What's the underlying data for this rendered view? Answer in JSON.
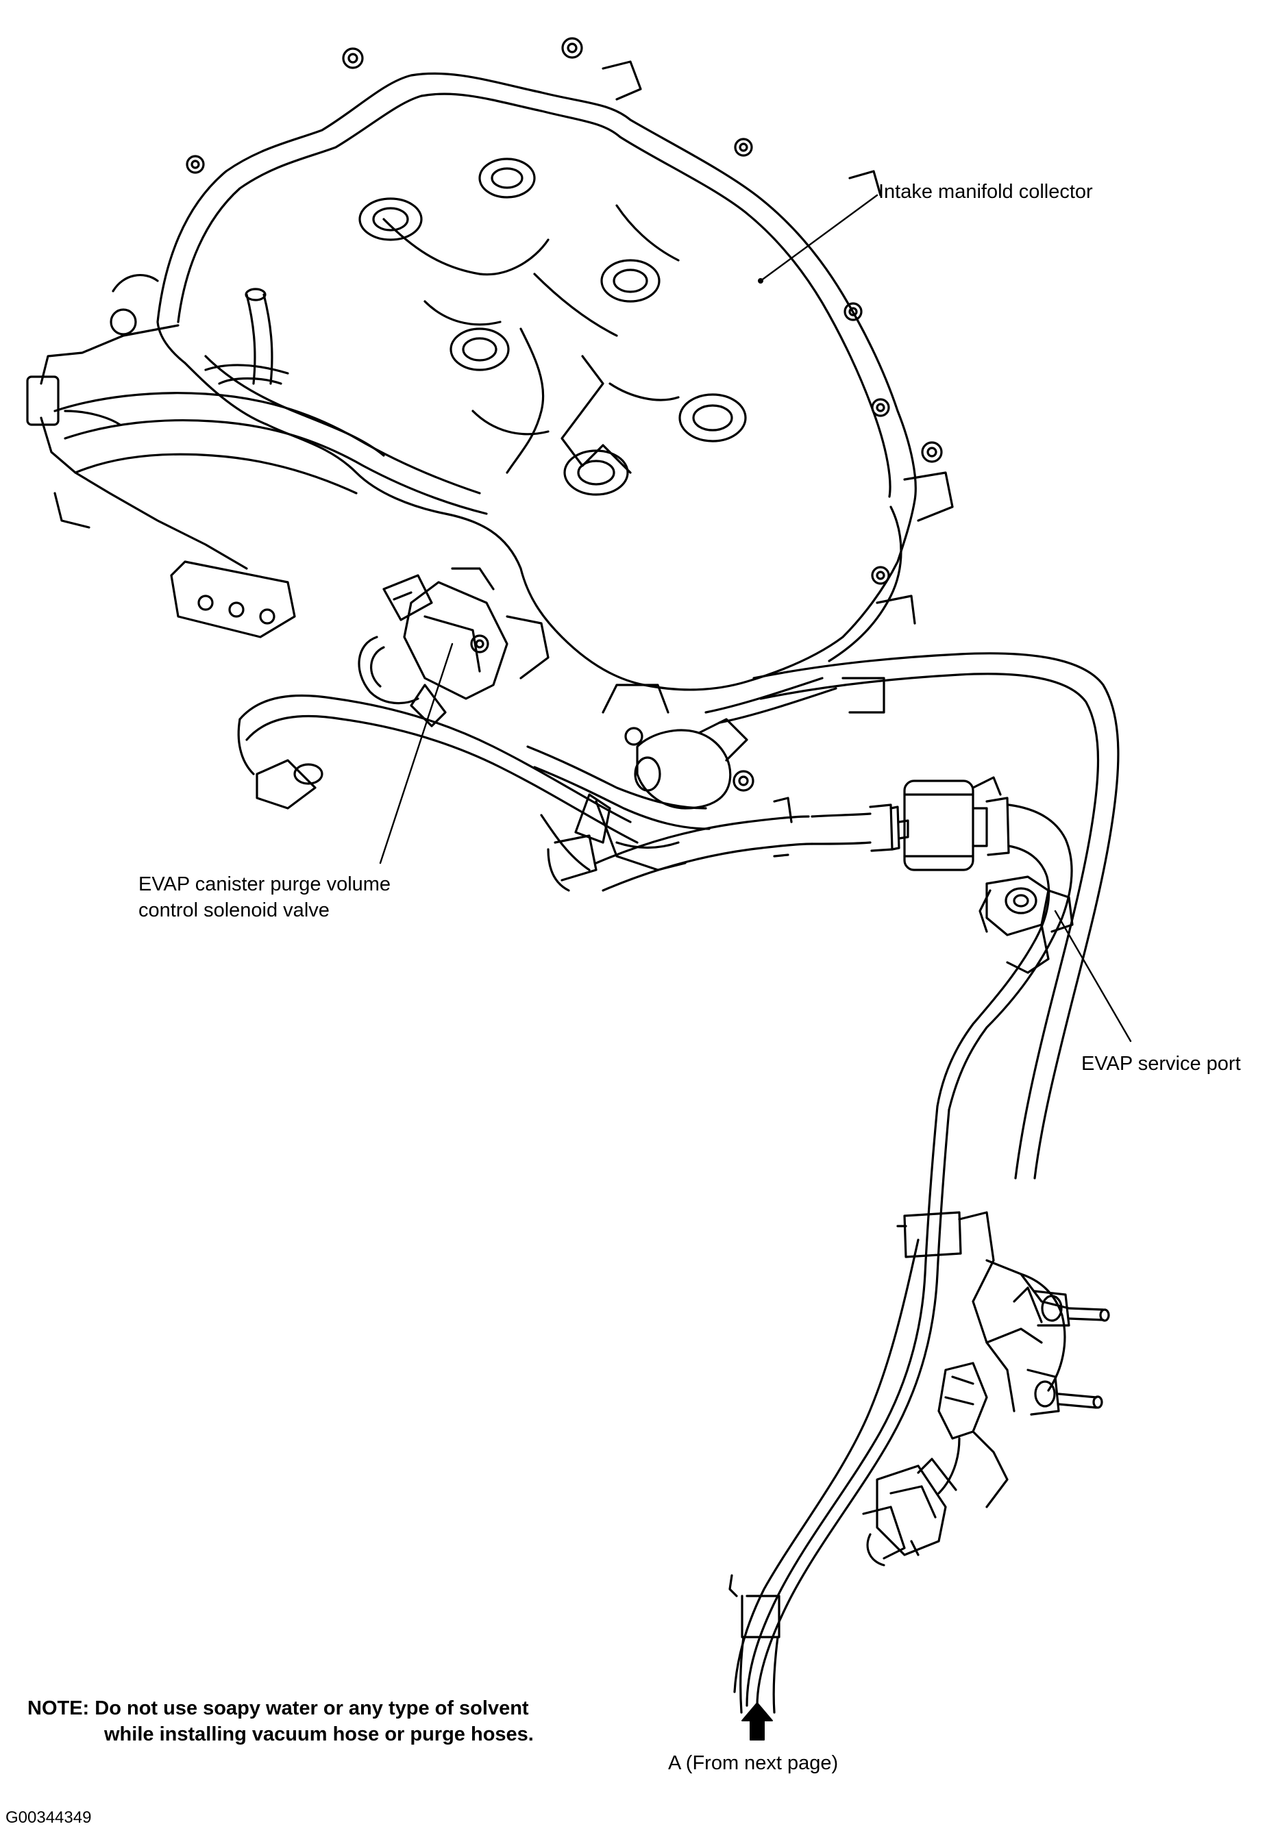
{
  "labels": {
    "intake_manifold_collector": "Intake manifold collector",
    "evap_solenoid_line1": "EVAP canister purge volume",
    "evap_solenoid_line2": "control solenoid valve",
    "evap_service_port": "EVAP service port",
    "from_next_page": "A (From next page)"
  },
  "note": {
    "prefix": "NOTE:",
    "line1": "Do not use soapy water or any type of solvent",
    "line2": "while installing vacuum hose or purge hoses."
  },
  "figure_code": "G00344349"
}
